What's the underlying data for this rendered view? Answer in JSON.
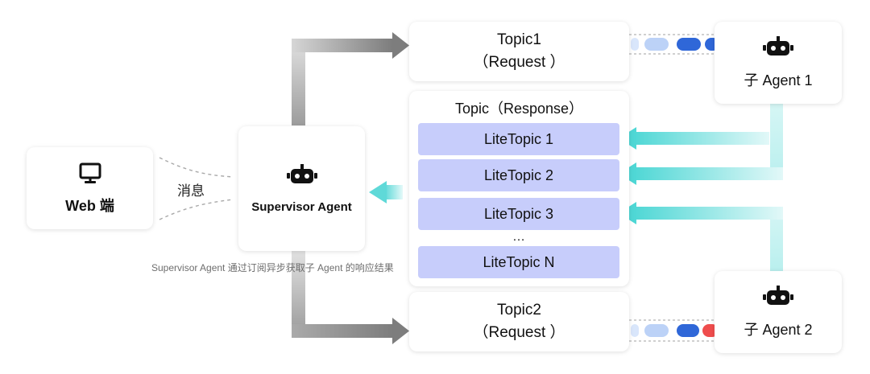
{
  "web": {
    "label": "Web 端"
  },
  "message_label": "消息",
  "supervisor": {
    "label": "Supervisor Agent"
  },
  "caption": "Supervisor Agent 通过订阅异步获取子 Agent 的响应结果",
  "topic1": {
    "line1": "Topic1",
    "line2": "（Request ）"
  },
  "topic2": {
    "line1": "Topic2",
    "line2": "（Request ）"
  },
  "response": {
    "title": "Topic（Response）",
    "items": [
      "LiteTopic 1",
      "LiteTopic 2",
      "LiteTopic 3",
      "LiteTopic N"
    ],
    "ellipsis": "…"
  },
  "agent1": {
    "label": "子 Agent 1"
  },
  "agent2": {
    "label": "子 Agent 2"
  },
  "colors": {
    "lite_fill": "#c7cdfb",
    "teal_arrow": "#4fd7d5",
    "grey_arrow": "#8a8a8a",
    "pill_blue": "#2f67d8",
    "pill_light": "#bcd2f7",
    "pill_red": "#ef4d4d"
  },
  "icons": [
    "monitor-icon",
    "robot-icon"
  ]
}
